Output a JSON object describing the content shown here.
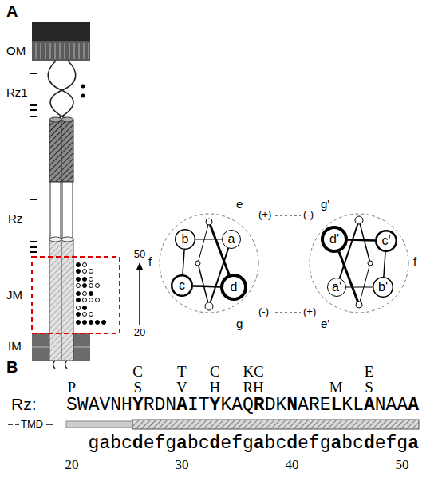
{
  "diagram": {
    "nodes": [
      {
        "text": [
          "b"
        ]
      },
      {
        "text": [
          "a"
        ]
      },
      {
        "text": [
          "c"
        ]
      },
      {
        "text": [
          "d"
        ]
      },
      {
        "text": [
          "d'"
        ]
      },
      {
        "text": [
          "c'"
        ]
      },
      {
        "text": [
          "a'"
        ]
      },
      {
        "text": [
          "b'"
        ]
      }
    ],
    "edges": [
      {
        "from": 1,
        "to": 0,
        "arrow": "none"
      },
      {
        "from": 0,
        "to": 2,
        "arrow": "none"
      },
      {
        "from": 2,
        "to": 3,
        "arrow": "none"
      },
      {
        "from": 6,
        "to": 7,
        "arrow": "none"
      },
      {
        "from": 7,
        "to": 5,
        "arrow": "none"
      },
      {
        "from": 5,
        "to": 4,
        "arrow": "none"
      }
    ],
    "labels": [
      "A",
      "OM",
      "Rz1",
      "Rz",
      "JM",
      "IM",
      "50",
      "20",
      "e",
      "(+)",
      "(-)",
      "g'",
      "f",
      "f",
      "g",
      "(-)",
      "(+)",
      "e'",
      "B",
      "C",
      "T",
      "C",
      "KC",
      "E",
      "P",
      "S",
      "V",
      "H",
      "RH",
      "M",
      "S",
      "Rz:",
      "SWAVNHYRDNAITYKAQRDKNARELKLANAAA",
      "TMD",
      "gabcdefgabcdefgabcdefgabcdefga",
      "20",
      "30",
      "40",
      "50"
    ]
  }
}
